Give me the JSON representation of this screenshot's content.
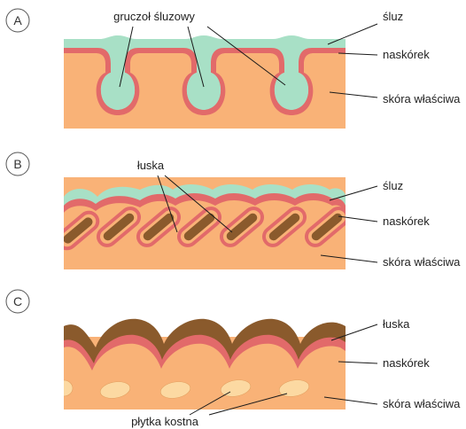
{
  "colors": {
    "dermis": "#f9b277",
    "epidermis": "#e26a6a",
    "mucus": "#a8e0c6",
    "scale": "#8a5a2c",
    "bone_plate": "#fcd9a2",
    "line": "#1a1a1a",
    "badge_stroke": "#555555"
  },
  "panels": [
    {
      "id": "A",
      "badge": "A",
      "labels": {
        "gland": "gruczoł śluzowy",
        "mucus": "śluz",
        "epidermis": "naskórek",
        "dermis": "skóra właściwa"
      }
    },
    {
      "id": "B",
      "badge": "B",
      "labels": {
        "scale": "łuska",
        "mucus": "śluz",
        "epidermis": "naskórek",
        "dermis": "skóra właściwa"
      }
    },
    {
      "id": "C",
      "badge": "C",
      "labels": {
        "scale": "łuska",
        "epidermis": "naskórek",
        "dermis": "skóra właściwa",
        "bone_plate": "płytka kostna"
      }
    }
  ]
}
